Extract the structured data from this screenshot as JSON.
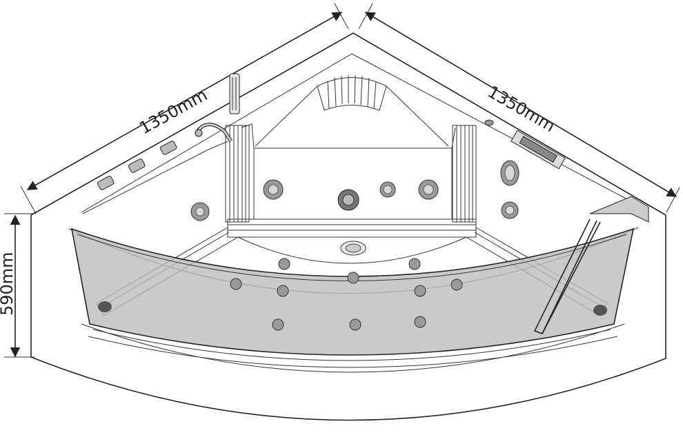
{
  "dimensions": {
    "left_width": "1350mm",
    "right_width": "1350mm",
    "height": "590mm"
  },
  "colors": {
    "glass_fill": "#bdbdbd",
    "line": "#222222",
    "background": "#ffffff"
  },
  "icons": [
    "faucet-icon",
    "hand-shower-icon",
    "control-panel-icon",
    "headrest-icon",
    "drain-icon"
  ]
}
